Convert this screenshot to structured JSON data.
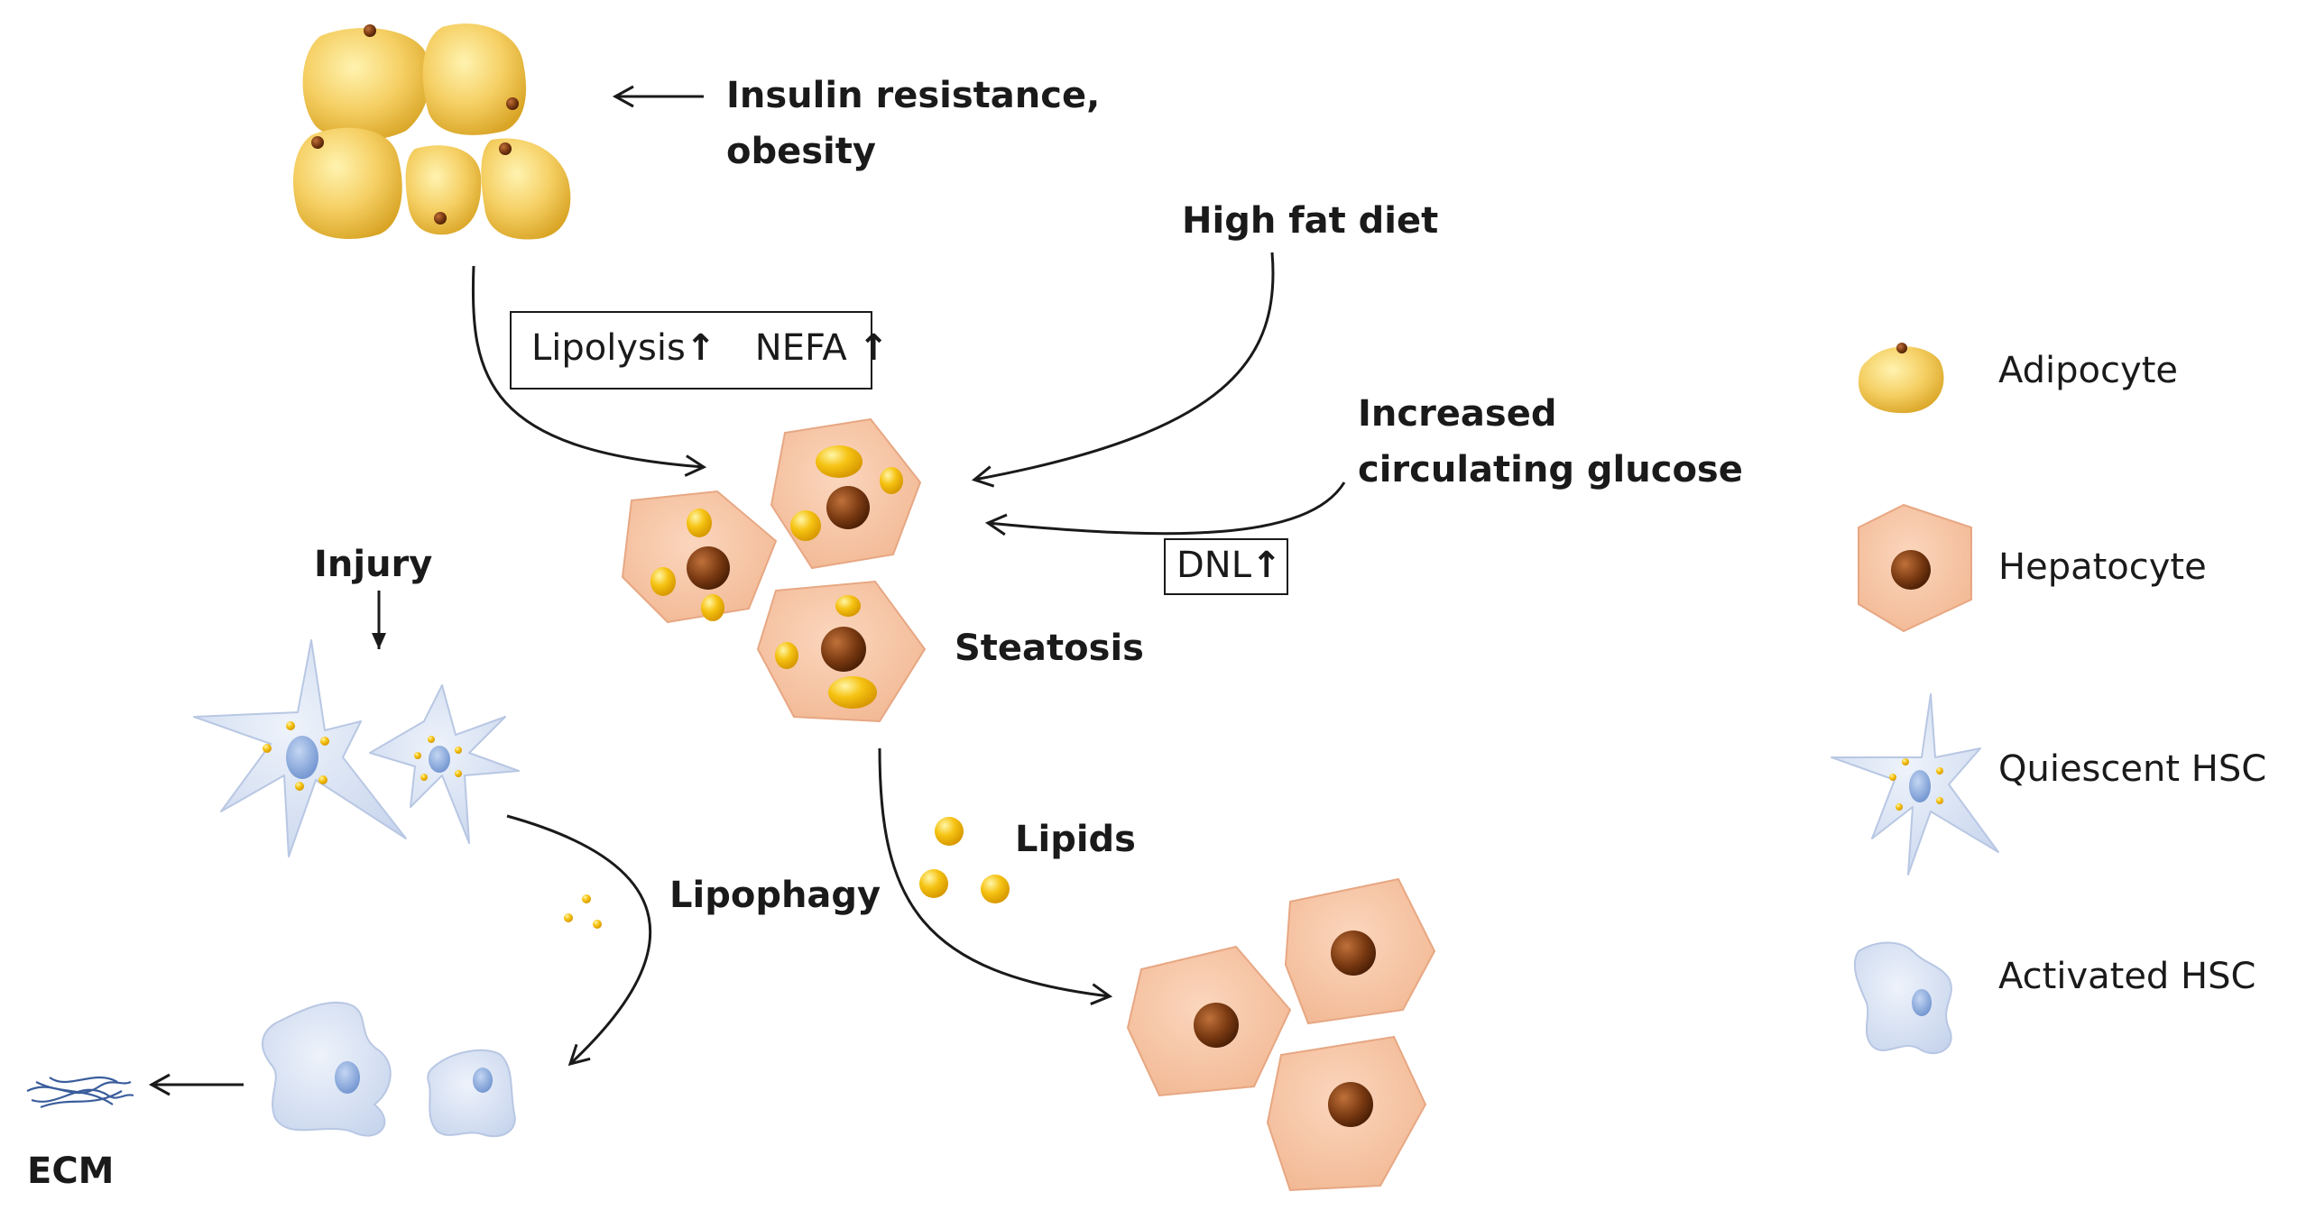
{
  "labels": {
    "insulin_resistance": [
      "Insulin resistance,",
      "obesity"
    ],
    "high_fat_diet": "High fat diet",
    "increased_glucose": [
      "Increased",
      "circulating glucose"
    ],
    "injury": "Injury",
    "steatosis": "Steatosis",
    "lipids": "Lipids",
    "lipophagy": "Lipophagy",
    "ecm": "ECM"
  },
  "boxes": {
    "lipolysis": "Lipolysis",
    "nefa": "NEFA",
    "dnl": "DNL",
    "increase_symbol": "↑"
  },
  "legend": [
    {
      "key": "adipocyte",
      "label": "Adipocyte"
    },
    {
      "key": "hepatocyte",
      "label": "Hepatocyte"
    },
    {
      "key": "quiescent_hsc",
      "label": "Quiescent HSC"
    },
    {
      "key": "activated_hsc",
      "label": "Activated HSC"
    }
  ],
  "colors": {
    "adipocyte": "#f5cf63",
    "hepatocyte": "#f7c4a4",
    "nucleus": "#7a3a12",
    "lipid_droplet": "#f6c313",
    "hsc": "#d9e3f4",
    "hsc_nucleus": "#8fb0e0",
    "ecm": "#3a5d9c",
    "arrow": "#1a1a1a"
  }
}
